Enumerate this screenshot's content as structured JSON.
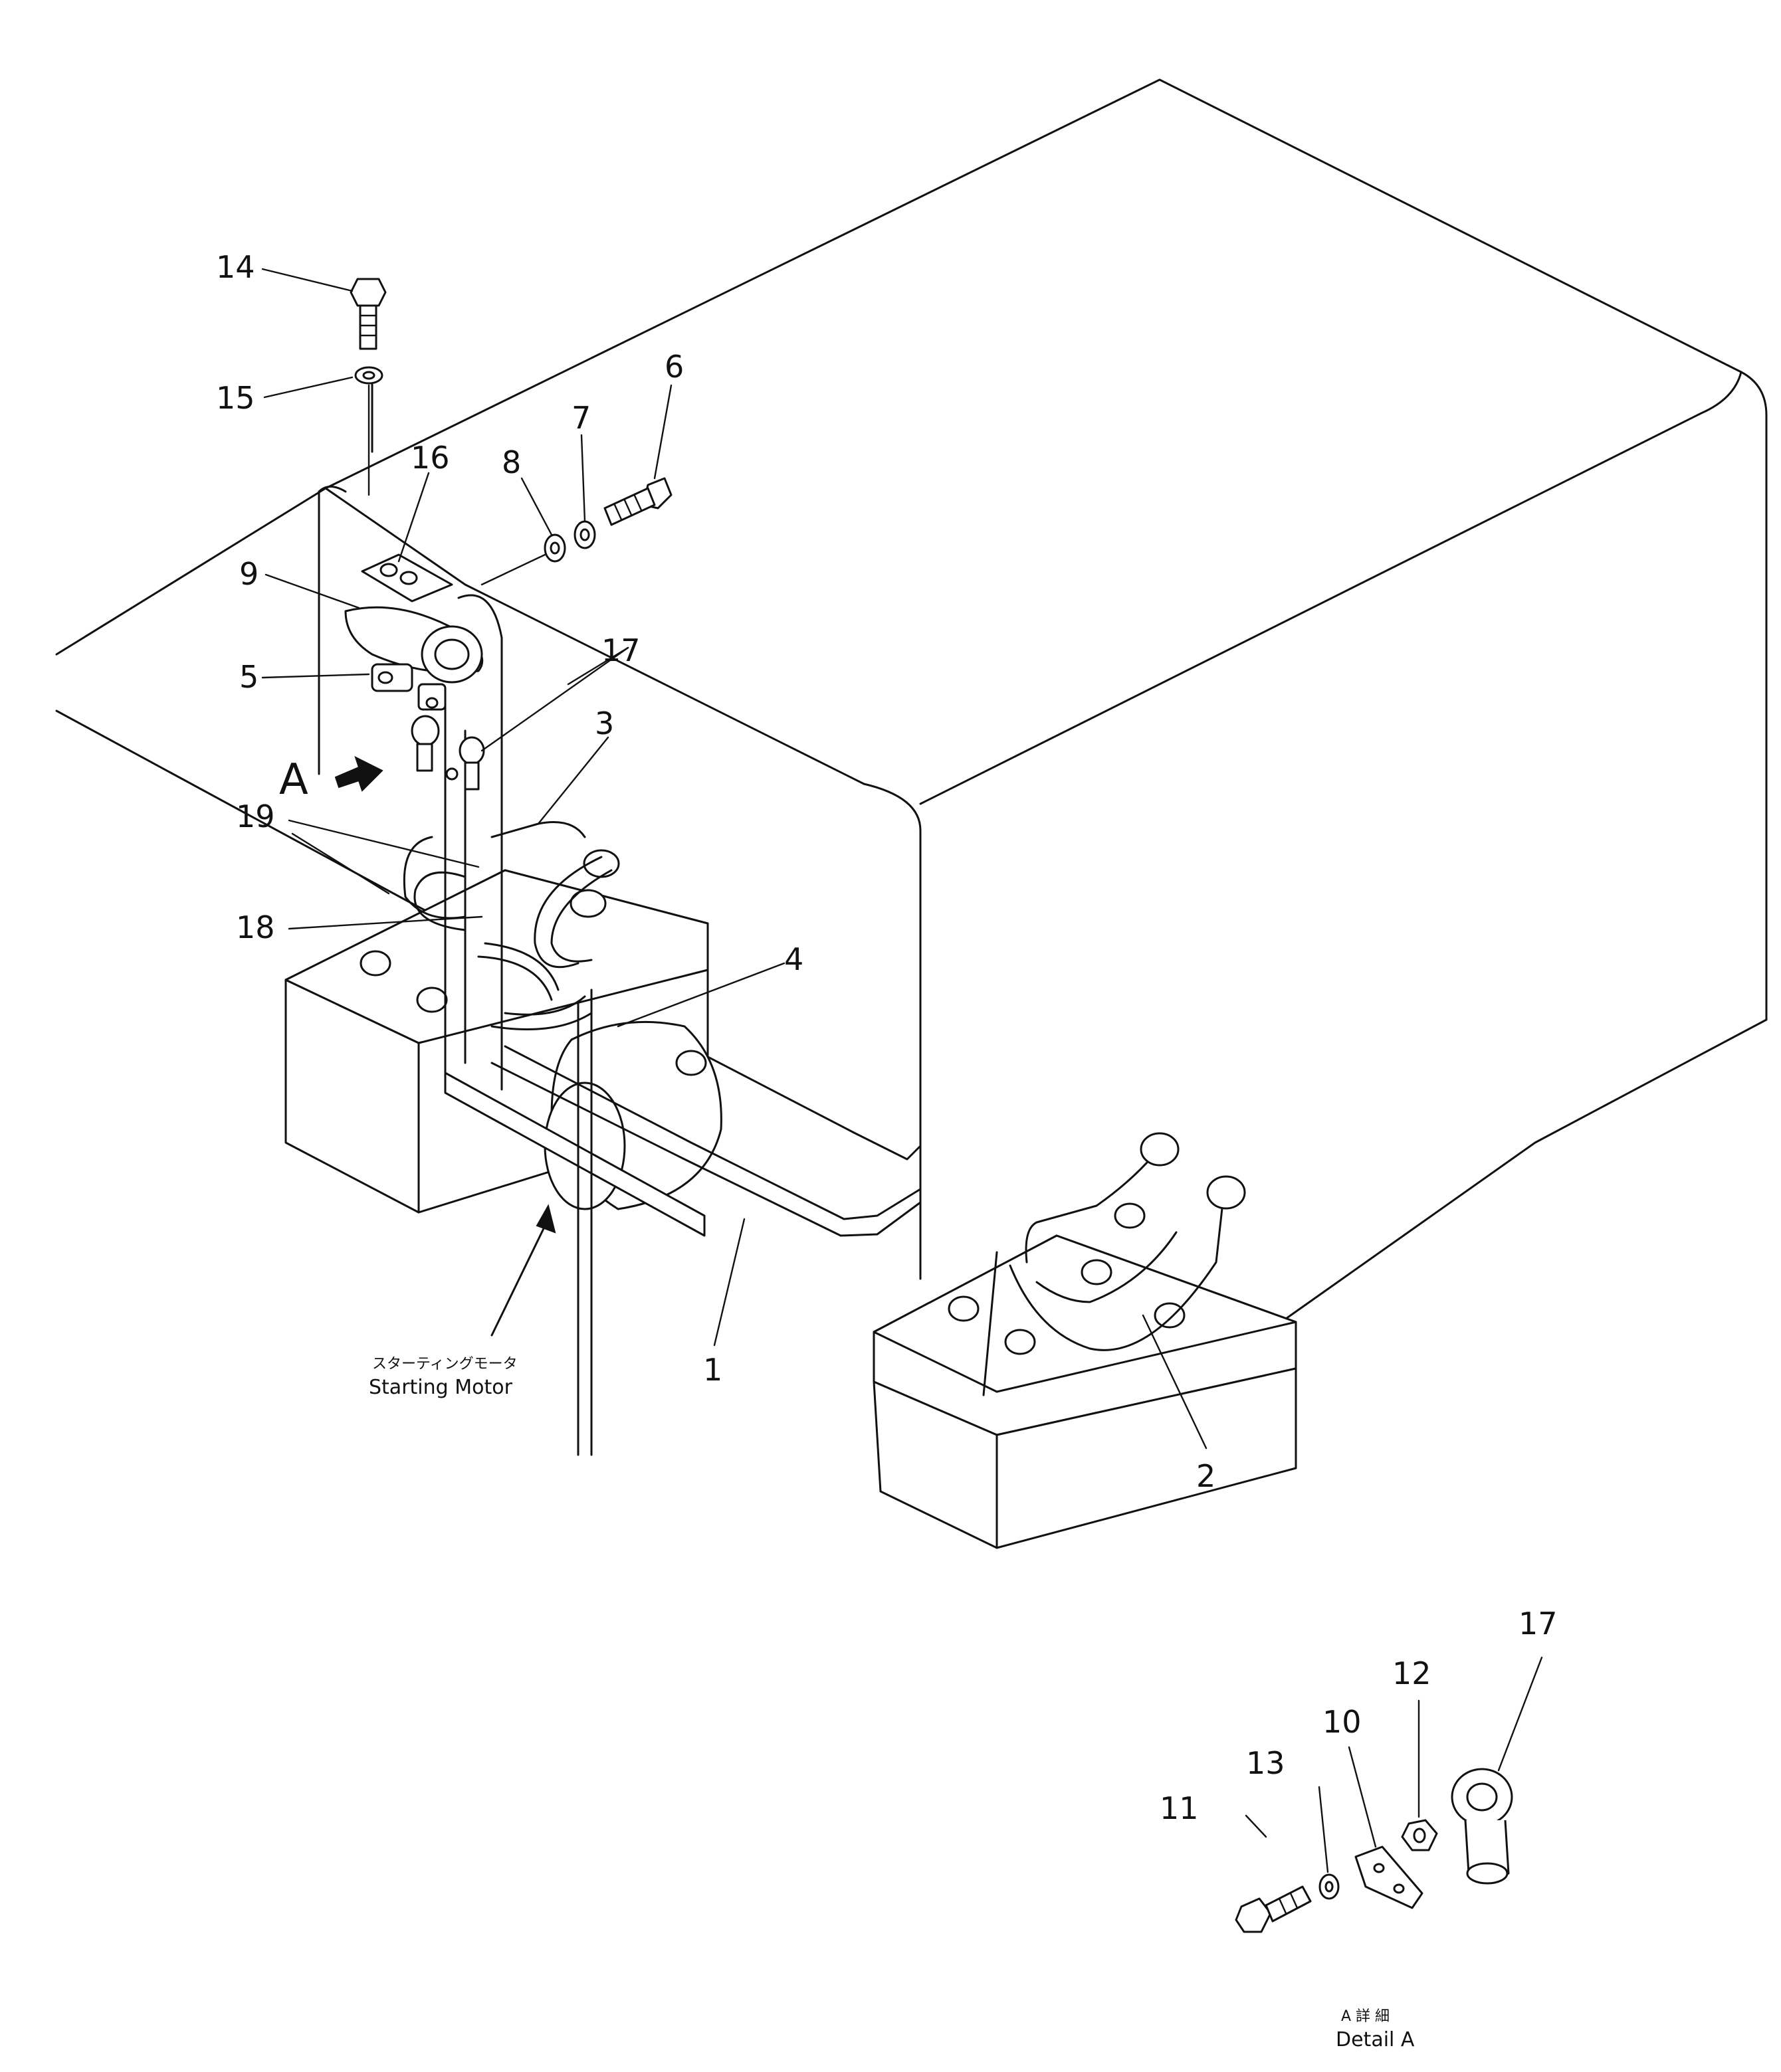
{
  "callouts": {
    "n1": "1",
    "n2": "2",
    "n3": "3",
    "n4": "4",
    "n5": "5",
    "n6": "6",
    "n7": "7",
    "n8": "8",
    "n9": "9",
    "n10": "10",
    "n11": "11",
    "n12": "12",
    "n13": "13",
    "n14": "14",
    "n15": "15",
    "n16": "16",
    "n17_main": "17",
    "n17_detail": "17",
    "n18": "18",
    "n19": "19"
  },
  "view_marker": "A",
  "starting_motor": {
    "jp": "スターティングモータ",
    "en": "Starting  Motor"
  },
  "detail": {
    "jp": "A 詳 細",
    "en": "Detail  A"
  },
  "colors": {
    "line": "#111111",
    "background": "#ffffff"
  }
}
